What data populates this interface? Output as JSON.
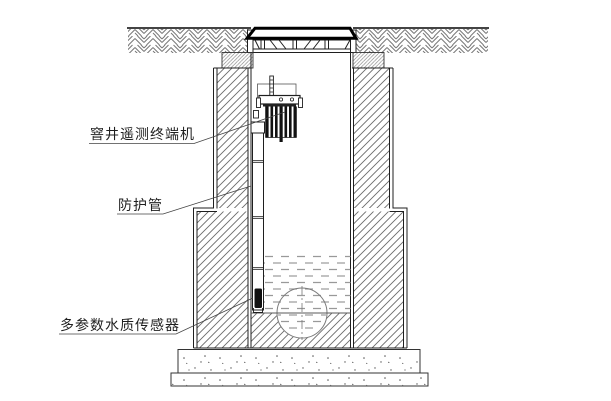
{
  "drawing": {
    "type": "engineering-cross-section",
    "subject": "manhole telemetry installation",
    "labels": {
      "terminal": "窨井遥测终端机",
      "protective_pipe": "防护管",
      "sensor": "多参数水质传感器"
    },
    "colors": {
      "line": "#1f1f1f",
      "hatch": "#6a6a6a",
      "dense_hatch": "#8a8a8a",
      "water_dash": "#999999",
      "cover_fill": "#000000",
      "paper": "#ffffff"
    }
  }
}
